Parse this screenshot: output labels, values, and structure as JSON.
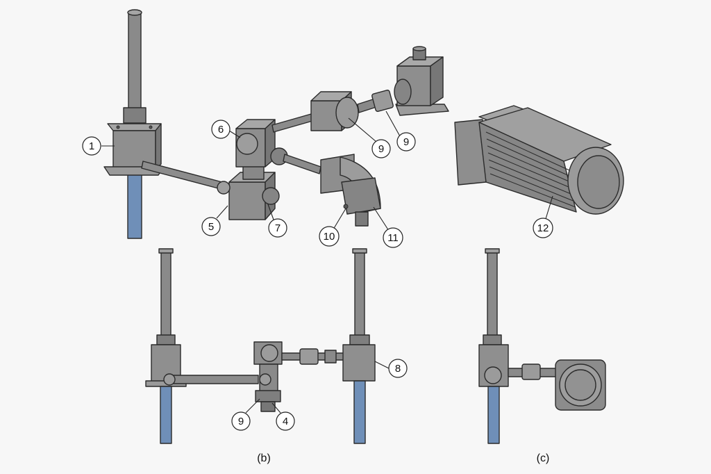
{
  "figure": {
    "callouts": [
      {
        "id": "c1",
        "label": "1"
      },
      {
        "id": "c5",
        "label": "5"
      },
      {
        "id": "c6",
        "label": "6"
      },
      {
        "id": "c7",
        "label": "7"
      },
      {
        "id": "c9a",
        "label": "9"
      },
      {
        "id": "c9b",
        "label": "9"
      },
      {
        "id": "c10",
        "label": "10"
      },
      {
        "id": "c11",
        "label": "11"
      },
      {
        "id": "c12",
        "label": "12"
      },
      {
        "id": "c8",
        "label": "8"
      },
      {
        "id": "c9c",
        "label": "9"
      },
      {
        "id": "c4",
        "label": "4"
      }
    ],
    "captions": {
      "b": "(b)",
      "c": "(c)"
    },
    "colors": {
      "metal": "#8f8f8f",
      "metal_dark": "#6f6f6f",
      "metal_light": "#ababab",
      "screw_blue": "#6f8fb8",
      "outline": "#2b2b2b",
      "background": "#f7f7f7"
    }
  }
}
